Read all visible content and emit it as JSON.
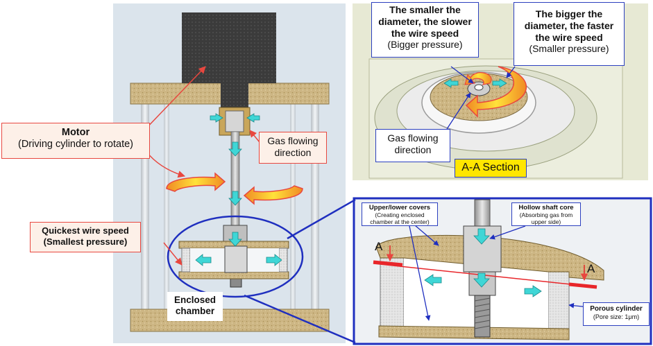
{
  "labels": {
    "motor_title": "Motor",
    "motor_sub": "(Driving cylinder to rotate)",
    "gas_flow_main": "Gas flowing direction",
    "quickest_line1": "Quickest wire speed",
    "quickest_line2": "(Smallest pressure)",
    "enclosed_line1": "Enclosed",
    "enclosed_line2": "chamber",
    "smaller_line1": "The smaller the",
    "smaller_line2": "diameter, the slower",
    "smaller_line3": "the wire speed",
    "smaller_sub": "(Bigger pressure)",
    "bigger_line1": "The bigger the",
    "bigger_line2": "diameter, the faster",
    "bigger_line3": "the wire speed",
    "bigger_sub": "(Smaller pressure)",
    "gas_flow_section_line1": "Gas flowing",
    "gas_flow_section_line2": "direction",
    "section_label": "A-A Section",
    "covers_title": "Upper/lower covers",
    "covers_sub1": "(Creating enclosed",
    "covers_sub2": "chamber at the center)",
    "hollow_title": "Hollow shaft core",
    "hollow_sub1": "(Absorbing gas from",
    "hollow_sub2": "upper side)",
    "porous_title": "Porous cylinder",
    "porous_sub": "(Pore size: 1μm)",
    "section_letter_left": "A",
    "section_letter_right": "A"
  },
  "colors": {
    "callout_border": "#e8473f",
    "callout_fill": "#fdf0e8",
    "blue_border": "#1f2fbf",
    "flow_arrow": "#3fd6d6",
    "rotation_arrow": "#f5d020",
    "rotation_outline": "#e8473f",
    "cork": "#c9b27a",
    "motor": "#3a3a3a",
    "highlight_label": "#ffe600"
  },
  "icons": {
    "flow_arrow": "cyan-arrow-icon",
    "rotation_arrow": "yellow-rotation-arrow-icon",
    "cutting_plane": "red-section-line-icon"
  }
}
